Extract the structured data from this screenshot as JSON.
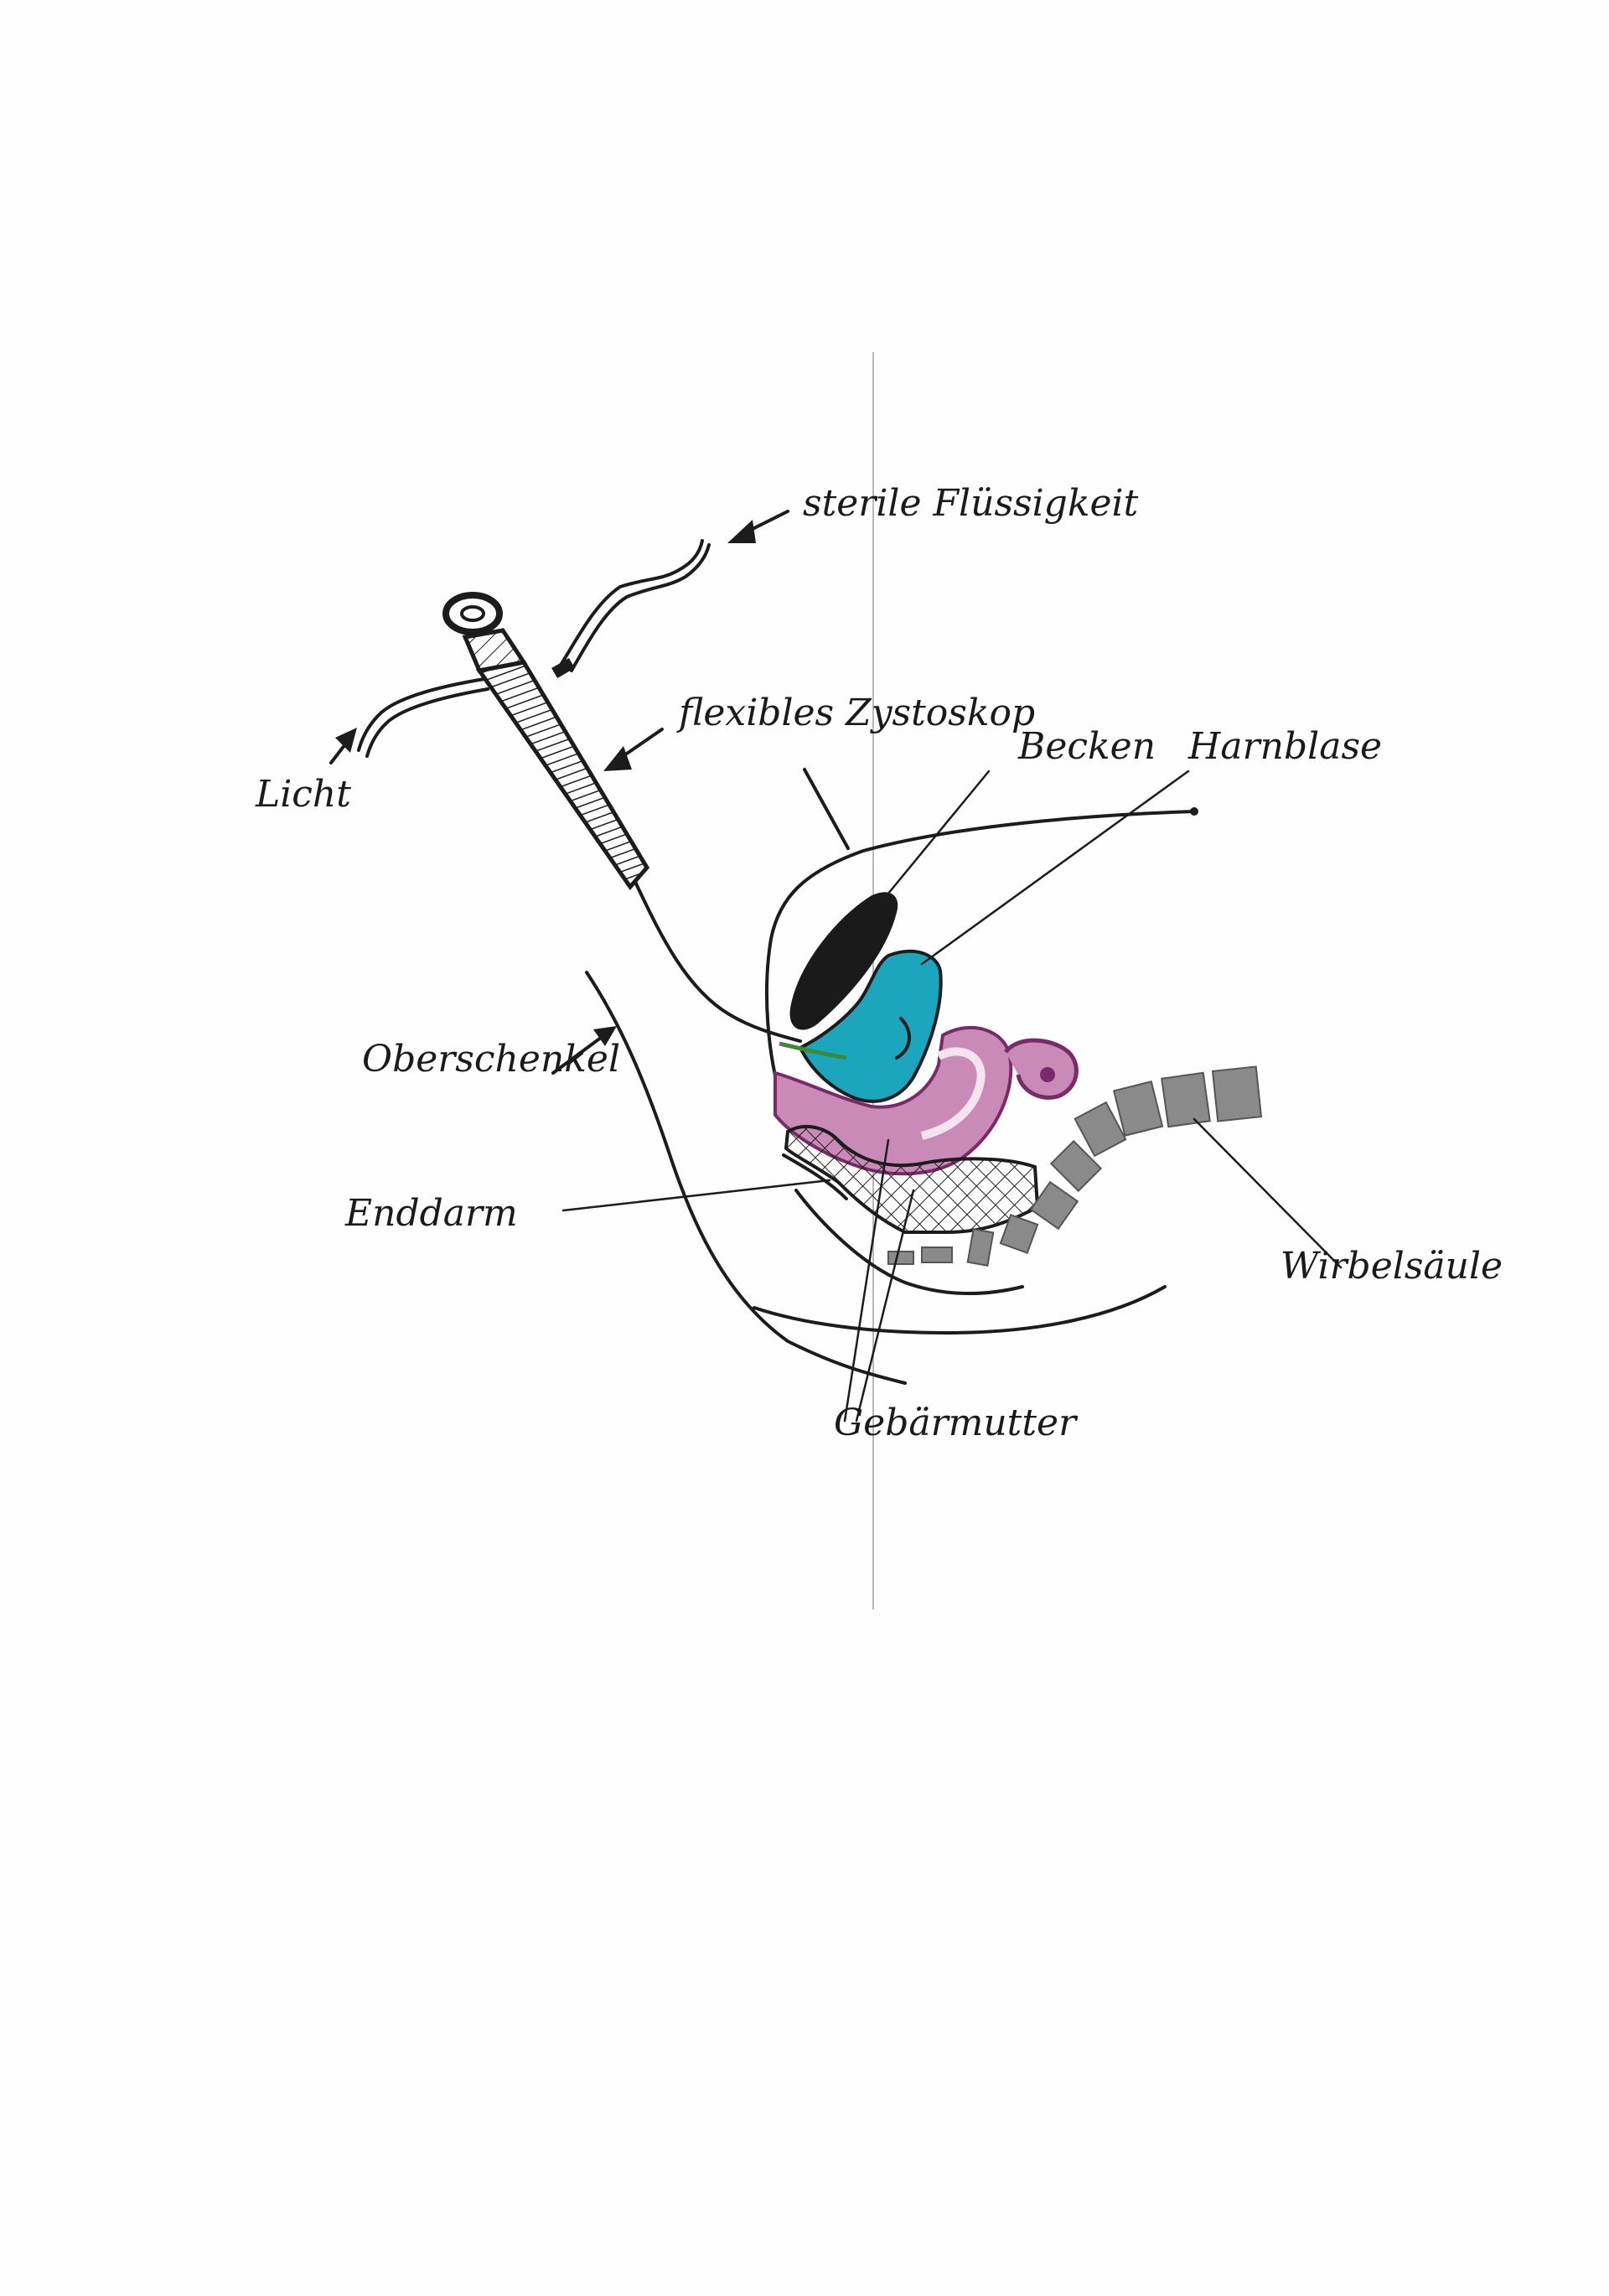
{
  "labels": {
    "sterile": "sterile Flüssigkeit",
    "zystoskop": "flexibles Zystoskop",
    "licht": "Licht",
    "becken": "Becken",
    "harnblase": "Harnblase",
    "oberschenkel": "Oberschenkel",
    "enddarm": "Enddarm",
    "wirbelsaeule": "Wirbelsäule",
    "gebaermutter": "Gebärmutter"
  },
  "colors": {
    "bladder": "#1ba6bd",
    "uterus": "#c98ab8",
    "uterus_outline": "#7a2a68",
    "spine": "#8a8a8a",
    "pelvis": "#1a1a1a",
    "ink": "#1c1c1c"
  }
}
